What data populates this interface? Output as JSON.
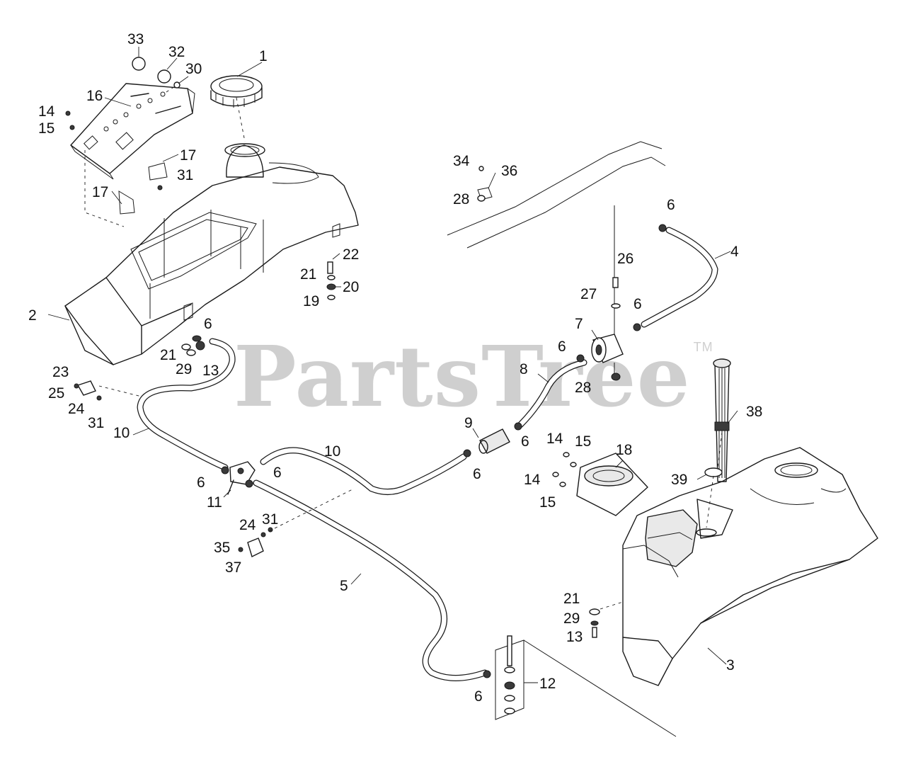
{
  "watermark": {
    "text": "PartsTree",
    "mark": "TM"
  },
  "callouts": {
    "c1": "1",
    "c2": "2",
    "c3": "3",
    "c4": "4",
    "c5": "5",
    "c6": "6",
    "c7": "7",
    "c8": "8",
    "c9": "9",
    "c10": "10",
    "c11": "11",
    "c12": "12",
    "c13": "13",
    "c14": "14",
    "c15": "15",
    "c16": "16",
    "c17": "17",
    "c18": "18",
    "c19": "19",
    "c20": "20",
    "c21": "21",
    "c22": "22",
    "c23": "23",
    "c24": "24",
    "c25": "25",
    "c26": "26",
    "c27": "27",
    "c28": "28",
    "c29": "29",
    "c30": "30",
    "c31": "31",
    "c32": "32",
    "c33": "33",
    "c34": "34",
    "c35": "35",
    "c36": "36",
    "c37": "37",
    "c38": "38",
    "c39": "39"
  }
}
